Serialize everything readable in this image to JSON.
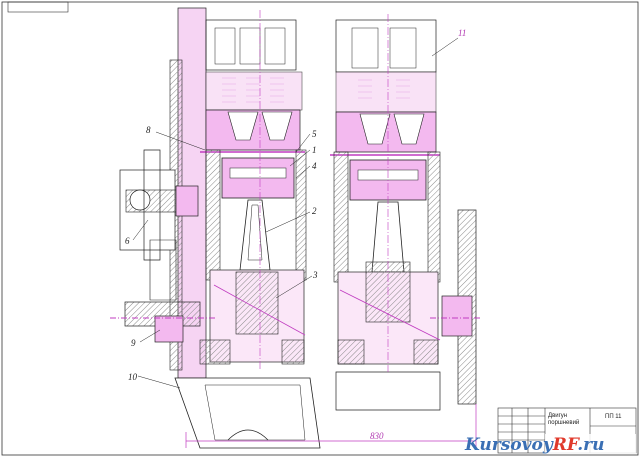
{
  "drawing": {
    "callouts": [
      "8",
      "5",
      "1",
      "4",
      "2",
      "6",
      "3",
      "9",
      "10",
      "11"
    ],
    "dimension": "830",
    "title_block": {
      "title": "Двигун",
      "subtitle": "поршневий",
      "code": "ПП 11"
    }
  },
  "watermark": {
    "part_a": "Kursovoy",
    "part_b": "RF",
    "part_c": ".ru"
  },
  "colors": {
    "line": "#222222",
    "magenta": "#c03cc0",
    "fill": "#f3b9ef",
    "hatch": "#9a9a9a"
  }
}
